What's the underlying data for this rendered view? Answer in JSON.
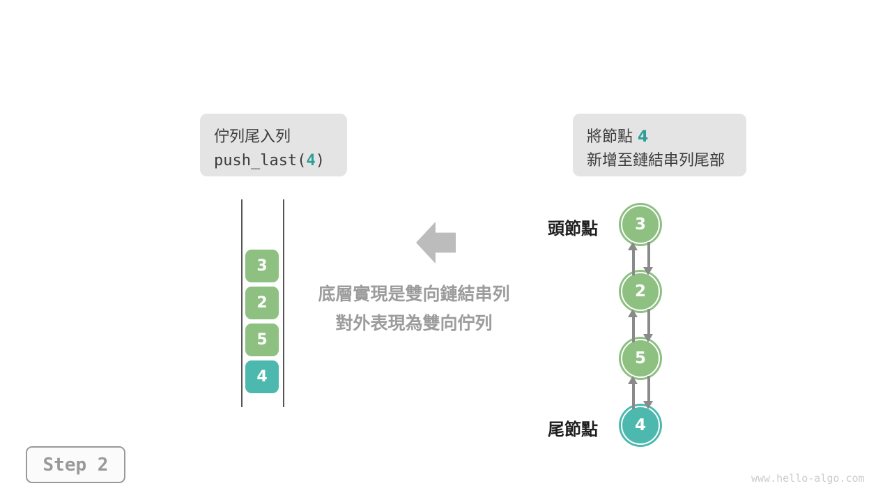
{
  "colors": {
    "green": "#8dc081",
    "teal": "#4db9ae",
    "teal-text": "#2e9e96",
    "note-bg": "#e4e4e4",
    "text-dark": "#3c3c3c",
    "label-dark": "#1f1f1f",
    "gray-arrow": "#bcbcbc",
    "link-arrow": "#8a8a8a",
    "caption-gray": "#9c9c9c",
    "wall-gray": "#555555",
    "step-gray": "#999999",
    "step-bg": "#fbfbfb",
    "watermark-gray": "#cccccc"
  },
  "left_note": {
    "title": "佇列尾入列",
    "code_prefix": "push_last(",
    "code_arg": "4",
    "code_suffix": ")"
  },
  "right_note": {
    "line1_prefix": "將節點 ",
    "line1_arg": "4",
    "line2": "新增至鏈結串列尾部"
  },
  "queue": {
    "items": [
      {
        "value": "3",
        "type": "green"
      },
      {
        "value": "2",
        "type": "green"
      },
      {
        "value": "5",
        "type": "green"
      },
      {
        "value": "4",
        "type": "teal"
      }
    ]
  },
  "caption": {
    "line1": "底層實現是雙向鏈結串列",
    "line2": "對外表現為雙向佇列"
  },
  "linked_list": {
    "head_label": "頭節點",
    "tail_label": "尾節點",
    "nodes": [
      {
        "value": "3",
        "type": "green"
      },
      {
        "value": "2",
        "type": "green"
      },
      {
        "value": "5",
        "type": "green"
      },
      {
        "value": "4",
        "type": "teal"
      }
    ]
  },
  "step_badge": {
    "label": "Step 2"
  },
  "watermark": {
    "text": "www.hello-algo.com"
  }
}
